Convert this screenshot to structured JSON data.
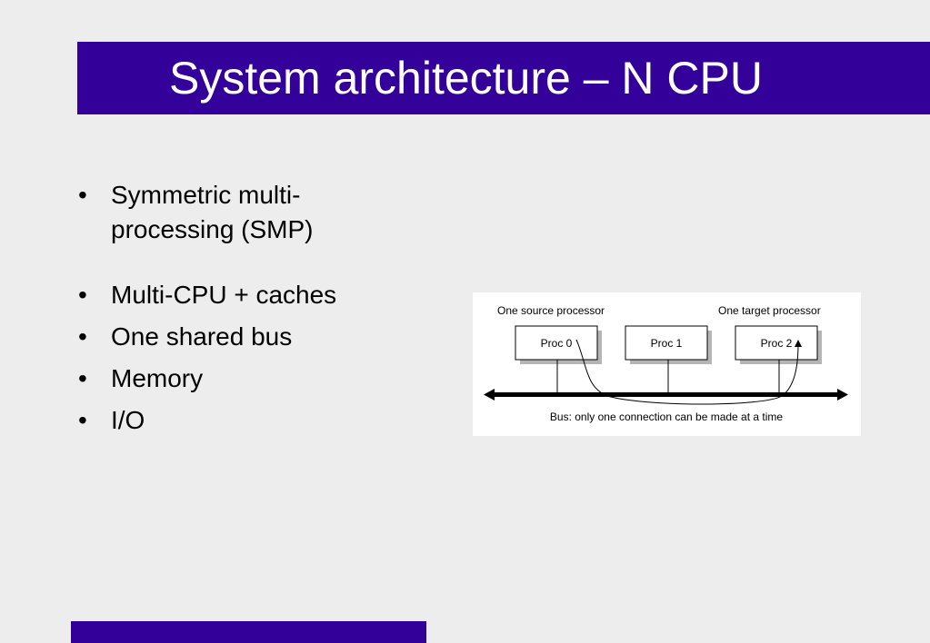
{
  "slide": {
    "title": "System architecture – N CPU",
    "bullet_glyph": "•",
    "bullets": [
      "Symmetric multi-processing (SMP)",
      "Multi-CPU + caches",
      "One shared bus",
      "Memory",
      "I/O"
    ]
  },
  "figure": {
    "source_label": "One source processor",
    "target_label": "One target processor",
    "processors": [
      "Proc 0",
      "Proc 1",
      "Proc 2"
    ],
    "bus_caption": "Bus: only one connection can be made at a time"
  },
  "colors": {
    "title_bar": "#330099",
    "background": "#ededed"
  }
}
